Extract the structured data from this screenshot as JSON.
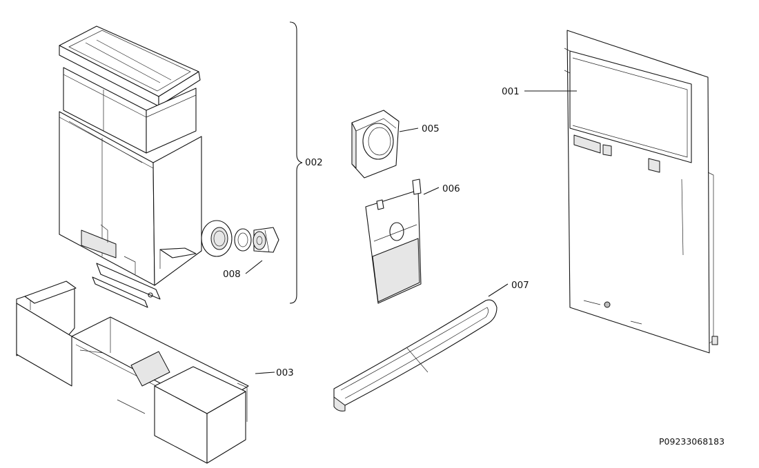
{
  "parts": [
    {
      "id": "part-001",
      "label": "001"
    },
    {
      "id": "part-002",
      "label": "002"
    },
    {
      "id": "part-003",
      "label": "003"
    },
    {
      "id": "part-005",
      "label": "005"
    },
    {
      "id": "part-006",
      "label": "006"
    },
    {
      "id": "part-007",
      "label": "007"
    },
    {
      "id": "part-008",
      "label": "008"
    }
  ],
  "drawing_code": "P09233068183"
}
